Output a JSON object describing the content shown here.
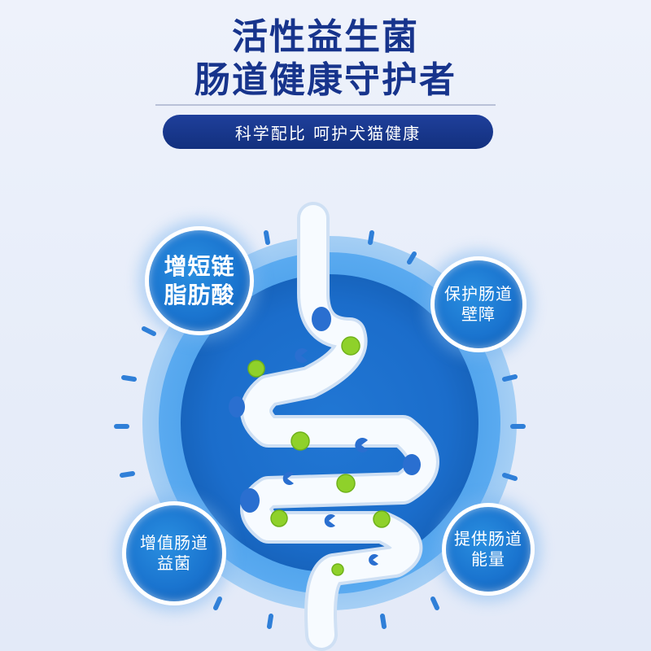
{
  "header": {
    "title_line1": "活性益生菌",
    "title_line2": "肠道健康守护者",
    "subtitle": "科学配比  呵护犬猫健康"
  },
  "benefits": [
    {
      "line1": "增短链",
      "line2": "脂肪酸"
    },
    {
      "line1": "保护肠道",
      "line2": "壁障"
    },
    {
      "line1": "增值肠道",
      "line2": "益菌"
    },
    {
      "line1": "提供肠道",
      "line2": "能量"
    }
  ],
  "colors": {
    "title_navy": "#17348c",
    "pill_navy": "#1a3a93",
    "circle_outer": "#8fc2f2",
    "circle_mid": "#4aa0ea",
    "circle_inner": "#1c6fce",
    "intestine_fill": "#f7fbff",
    "intestine_outline": "#cfe0f4",
    "good_bacteria": "#2a6fd0",
    "green_bacteria": "#8fd12a",
    "ray_blue": "#2f7fd8"
  }
}
